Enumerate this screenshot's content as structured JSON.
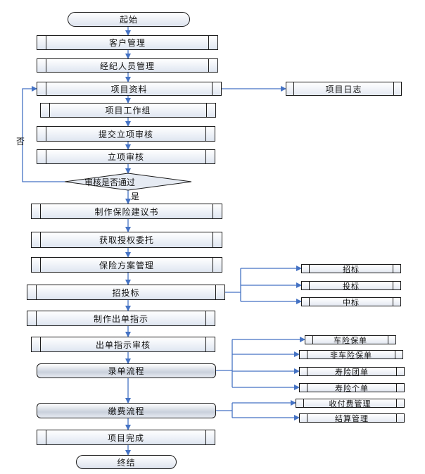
{
  "flow": {
    "start": "起始",
    "customer_mgmt": "客户管理",
    "broker_mgmt": "经纪人员管理",
    "project_info": "项目资料",
    "project_log": "项目日志",
    "project_team": "项目工作组",
    "submit_review": "提交立项审核",
    "project_review": "立项审核",
    "decision": "审核是否通过",
    "yes_label": "是",
    "no_label": "否",
    "insurance_proposal": "制作保险建议书",
    "authorization": "获取授权委托",
    "plan_mgmt": "保险方案管理",
    "bidding": "招投标",
    "bid_invite": "招标",
    "bid_submit": "投标",
    "bid_win": "中标",
    "issue_instruction": "制作出单指示",
    "instruction_review": "出单指示审核",
    "entry_process": "录单流程",
    "auto_policy": "车险保单",
    "non_auto_policy": "非车险保单",
    "group_life_policy": "寿险团单",
    "individual_life_policy": "寿险个单",
    "payment_process": "缴费流程",
    "payment_mgmt": "收付费管理",
    "settlement_mgmt": "结算管理",
    "project_complete": "项目完成",
    "end": "终结"
  }
}
